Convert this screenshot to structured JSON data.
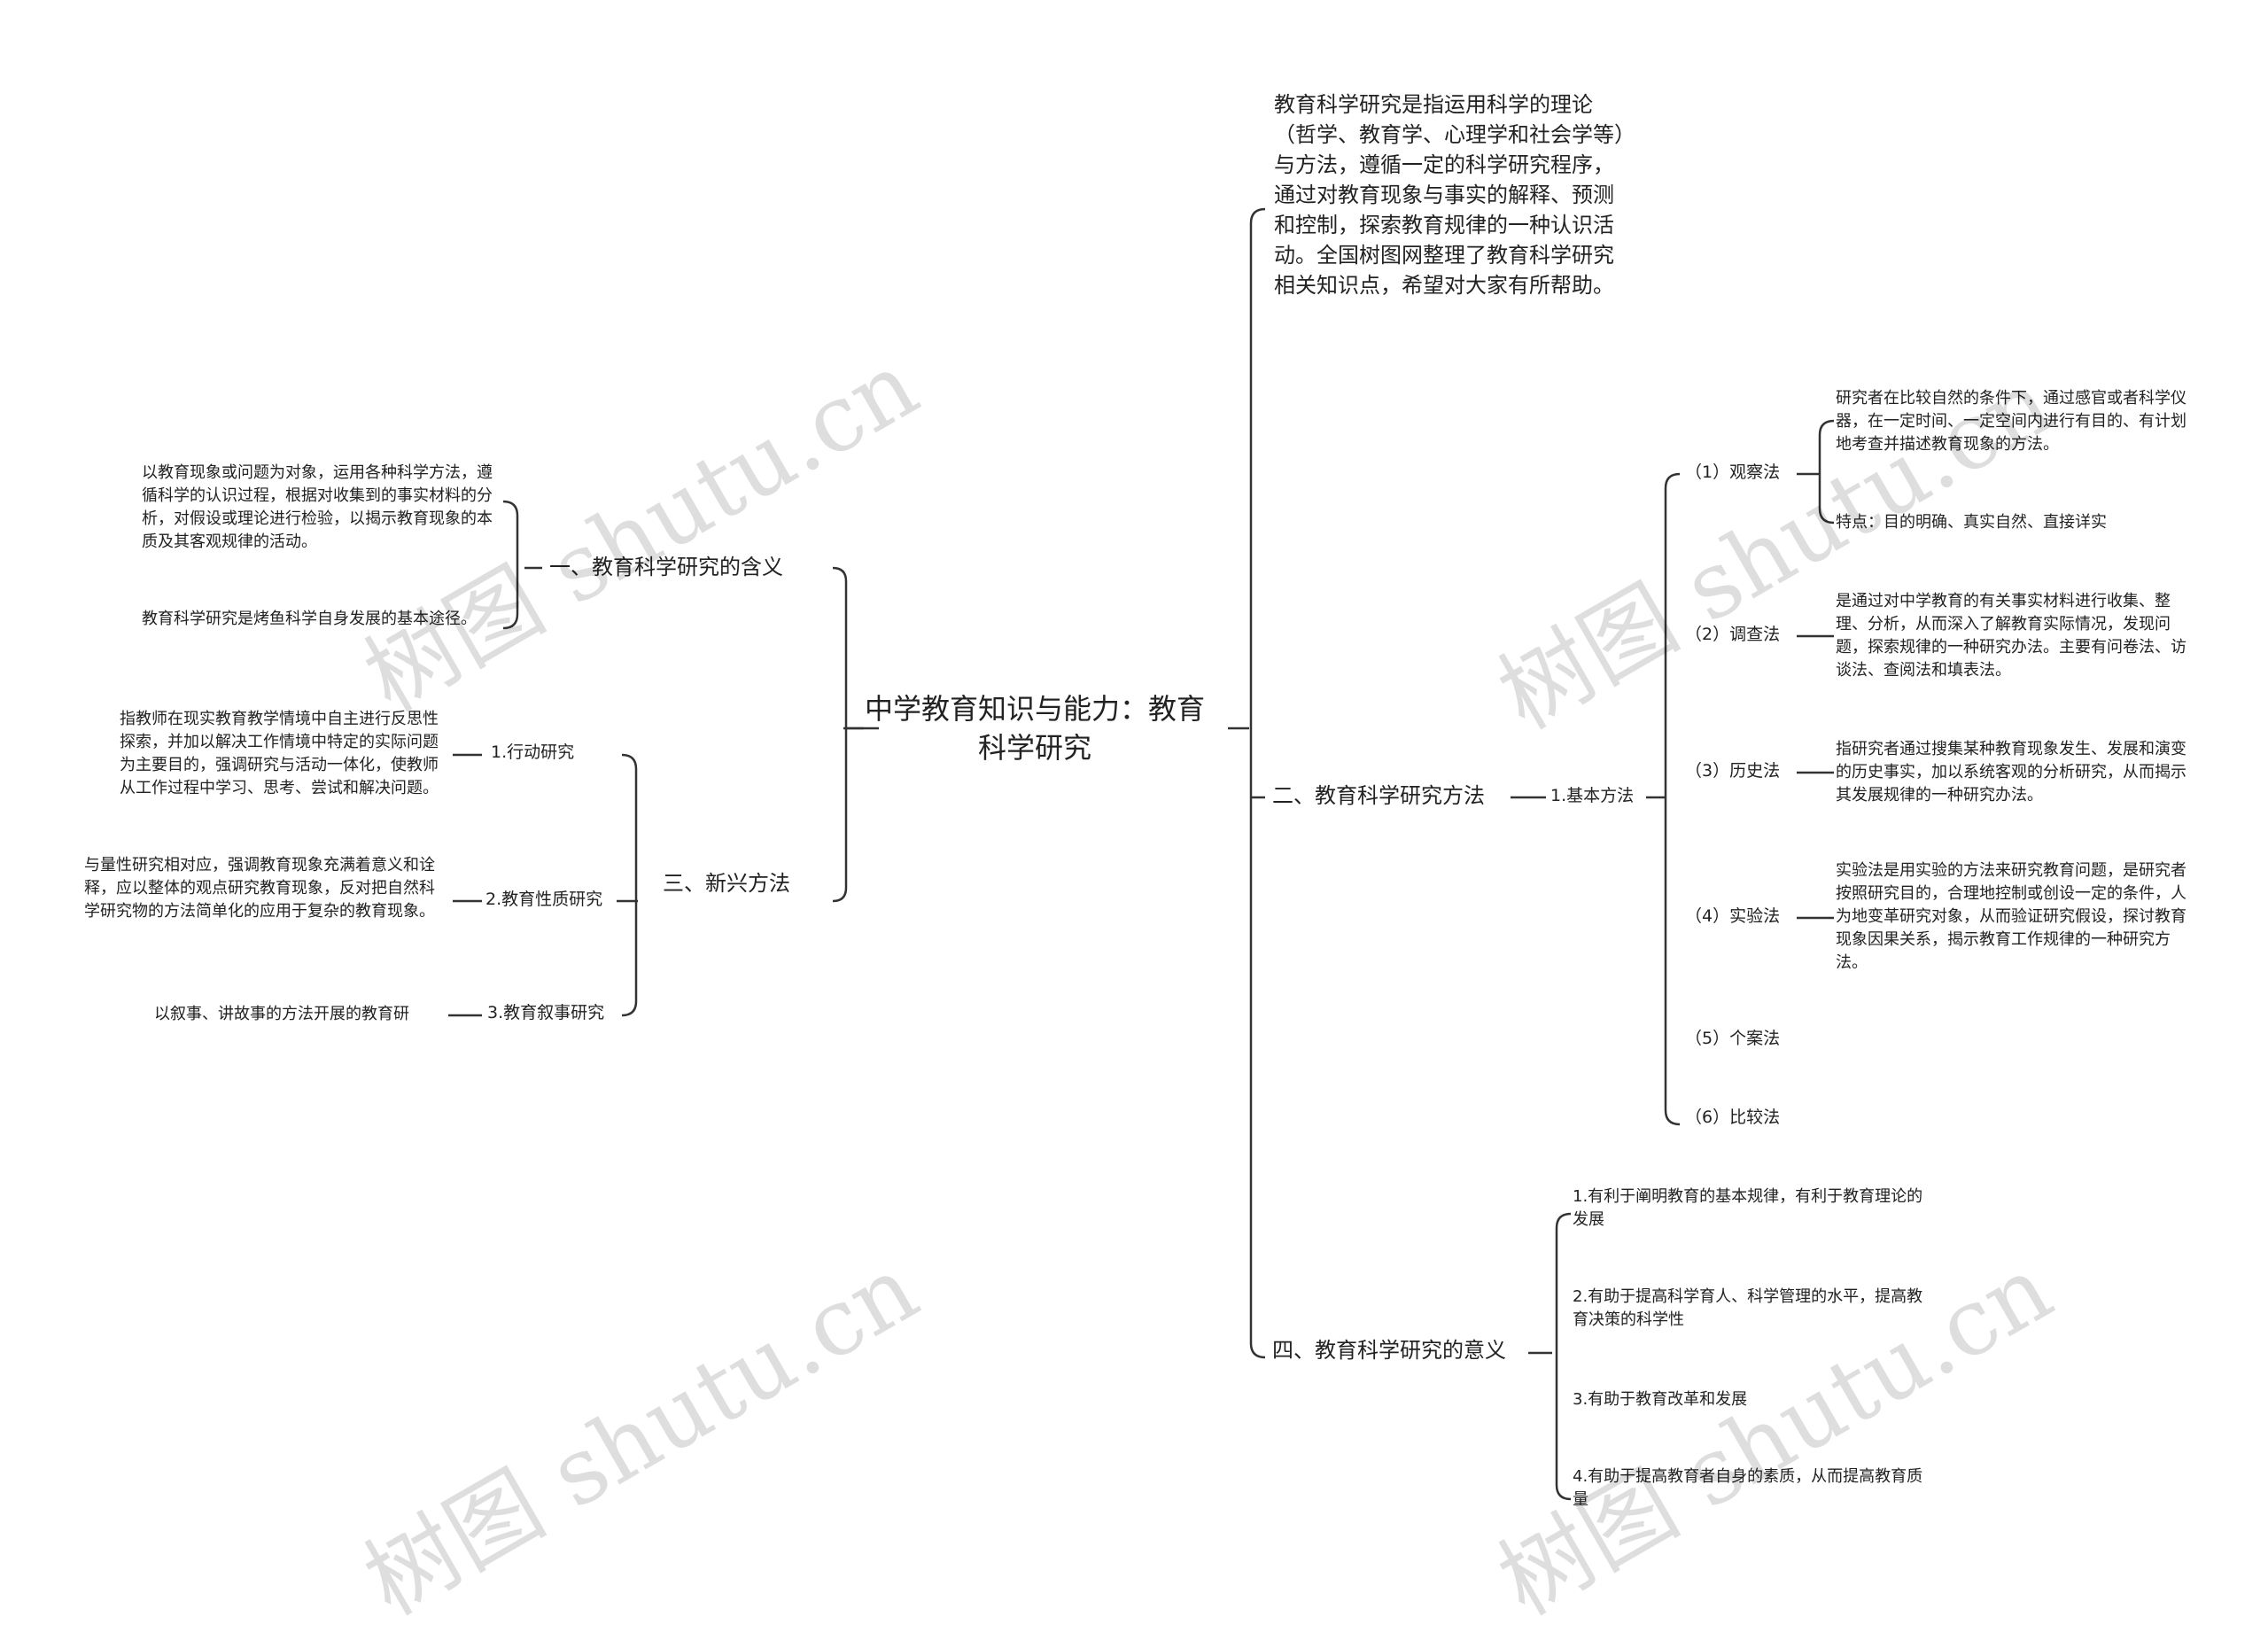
{
  "root": "中学教育知识与能力：教育科学研究",
  "watermark": "树图 shutu.cn",
  "intro": "教育科学研究是指运用科学的理论（哲学、教育学、心理学和社会学等）与方法，遵循一定的科学研究程序，通过对教育现象与事实的解释、预测和控制，探索教育规律的一种认识活动。全国树图网整理了教育科学研究相关知识点，希望对大家有所帮助。",
  "left": {
    "meaning": {
      "label": "一、教育科学研究的含义",
      "details": [
        "以教育现象或问题为对象，运用各种科学方法，遵循科学的认识过程，根据对收集到的事实材料的分析，对假设或理论进行检验，以揭示教育现象的本质及其客观规律的活动。",
        "教育科学研究是烤鱼科学自身发展的基本途径。"
      ]
    },
    "emerging": {
      "label": "三、新兴方法",
      "items": [
        {
          "label": "1.行动研究",
          "detail": "指教师在现实教育教学情境中自主进行反思性探索，并加以解决工作情境中特定的实际问题为主要目的，强调研究与活动一体化，使教师从工作过程中学习、思考、尝试和解决问题。"
        },
        {
          "label": "2.教育性质研究",
          "detail": "与量性研究相对应，强调教育现象充满着意义和诠释，应以整体的观点研究教育现象，反对把自然科学研究物的方法简单化的应用于复杂的教育现象。"
        },
        {
          "label": "3.教育叙事研究",
          "detail": "以叙事、讲故事的方法开展的教育研"
        }
      ]
    }
  },
  "right": {
    "methods": {
      "label": "二、教育科学研究方法",
      "basic_label": "1.基本方法",
      "items": [
        {
          "label": "（1）观察法",
          "details": [
            "研究者在比较自然的条件下，通过感官或者科学仪器，在一定时间、一定空间内进行有目的、有计划地考查并描述教育现象的方法。",
            "特点：目的明确、真实自然、直接详实"
          ]
        },
        {
          "label": "（2）调查法",
          "details": [
            "是通过对中学教育的有关事实材料进行收集、整理、分析，从而深入了解教育实际情况，发现问题，探索规律的一种研究办法。主要有问卷法、访谈法、查阅法和填表法。"
          ]
        },
        {
          "label": "（3）历史法",
          "details": [
            "指研究者通过搜集某种教育现象发生、发展和演变的历史事实，加以系统客观的分析研究，从而揭示其发展规律的一种研究办法。"
          ]
        },
        {
          "label": "（4）实验法",
          "details": [
            "实验法是用实验的方法来研究教育问题，是研究者按照研究目的，合理地控制或创设一定的条件，人为地变革研究对象，从而验证研究假设，探讨教育现象因果关系，揭示教育工作规律的一种研究方法。"
          ]
        },
        {
          "label": "（5）个案法",
          "details": []
        },
        {
          "label": "（6）比较法",
          "details": []
        }
      ]
    },
    "significance": {
      "label": "四、教育科学研究的意义",
      "items": [
        "1.有利于阐明教育的基本规律，有利于教育理论的发展",
        "2.有助于提高科学育人、科学管理的水平，提高教育决策的科学性",
        "3.有助于教育改革和发展",
        "4.有助于提高教育者自身的素质，从而提高教育质量"
      ]
    }
  }
}
